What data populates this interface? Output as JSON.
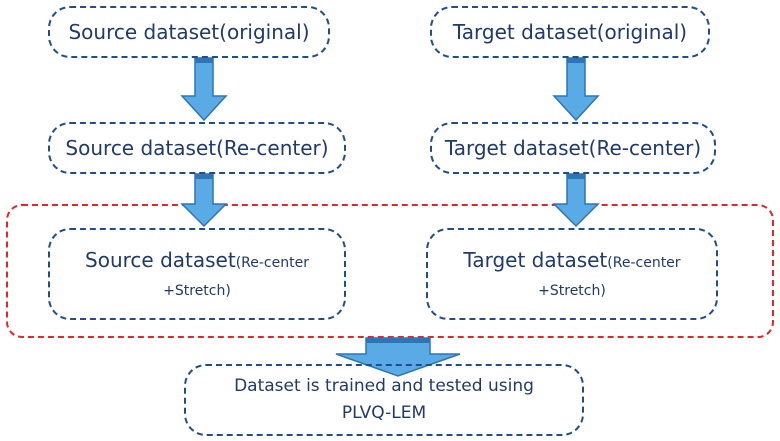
{
  "nodes": {
    "source_original": {
      "main": "Source dataset(original)"
    },
    "target_original": {
      "main": "Target dataset(original)"
    },
    "source_recenter": {
      "main": "Source dataset(Re-center)"
    },
    "target_recenter": {
      "main": "Target dataset(Re-center)"
    },
    "source_stretch": {
      "main": "Source dataset",
      "suffix": "(Re-center",
      "line2": "+Stretch)"
    },
    "target_stretch": {
      "main": "Target dataset",
      "suffix": "(Re-center",
      "line2": "+Stretch)"
    },
    "final": {
      "line1": "Dataset is trained and tested using",
      "line2": "PLVQ-LEM"
    }
  },
  "colors": {
    "box_border": "#1f4e8c",
    "group_border": "#e8242a",
    "arrow_fill": "#5aaae6",
    "arrow_stroke": "#2e75b6",
    "text": "#1f3a6b"
  }
}
